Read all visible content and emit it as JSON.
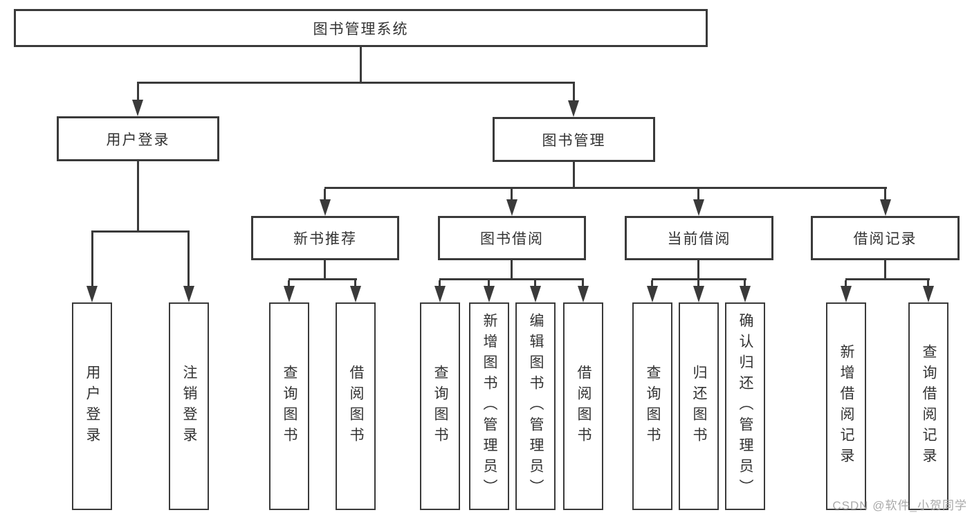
{
  "diagram": {
    "root": {
      "label": "图书管理系统"
    },
    "level2": [
      {
        "label": "用户登录"
      },
      {
        "label": "图书管理"
      }
    ],
    "level3": [
      {
        "label": "新书推荐"
      },
      {
        "label": "图书借阅"
      },
      {
        "label": "当前借阅"
      },
      {
        "label": "借阅记录"
      }
    ],
    "leaves": [
      {
        "label": "用户登录"
      },
      {
        "label": "注销登录"
      },
      {
        "label": "查询图书"
      },
      {
        "label": "借阅图书"
      },
      {
        "label": "查询图书"
      },
      {
        "label": "新增图书（管理员）"
      },
      {
        "label": "编辑图书（管理员）"
      },
      {
        "label": "借阅图书"
      },
      {
        "label": "查询图书"
      },
      {
        "label": "归还图书"
      },
      {
        "label": "确认归还（管理员）"
      },
      {
        "label": "新增借阅记录"
      },
      {
        "label": "查询借阅记录"
      }
    ]
  },
  "watermark": {
    "text": "CSDN @软件_小贺同学"
  },
  "colors": {
    "line": "#3a3a3a",
    "text": "#333333",
    "box_background": "#ffffff",
    "watermark": "#a9a9a9"
  }
}
